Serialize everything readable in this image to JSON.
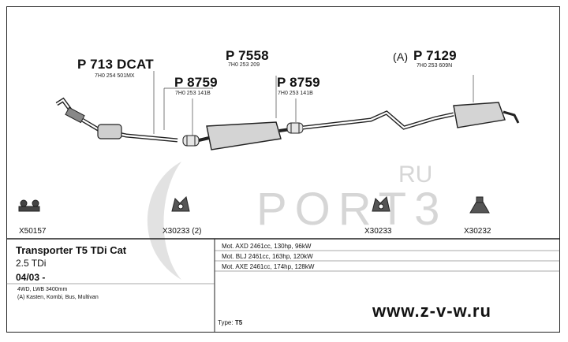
{
  "parts": {
    "front": {
      "number": "P 713 DCAT",
      "code": "7H0 254 501MX"
    },
    "middle": {
      "number": "P 7558",
      "code": "7H0 253 209"
    },
    "clamp_left": {
      "number": "P 8759",
      "code": "7H0 253 141B"
    },
    "clamp_right": {
      "number": "P 8759",
      "code": "7H0 253 141B"
    },
    "rear": {
      "number": "P 7129",
      "prefix": "(A)",
      "code": "7H0 253 609N"
    }
  },
  "accessories": [
    "X50157",
    "X30233 (2)",
    "X30233",
    "X30232"
  ],
  "vehicle": {
    "title": "Transporter T5 TDi Cat",
    "engine": "2.5 TDi",
    "date": "04/03 -",
    "drive": "4WD, LWB 3400mm",
    "variants": "(A) Kasten, Kombi, Bus, Multivan"
  },
  "motors": [
    "Mot. AXD 2461cc, 130hp, 96kW",
    "Mot. BLJ 2461cc, 163hp, 120kW",
    "Mot. AXE 2461cc, 174hp, 128kW"
  ],
  "type": {
    "label": "Type:",
    "value": "T5"
  },
  "watermark": {
    "brand": "PORT3",
    "suffix": "RU"
  },
  "website": "www.z-v-w.ru"
}
